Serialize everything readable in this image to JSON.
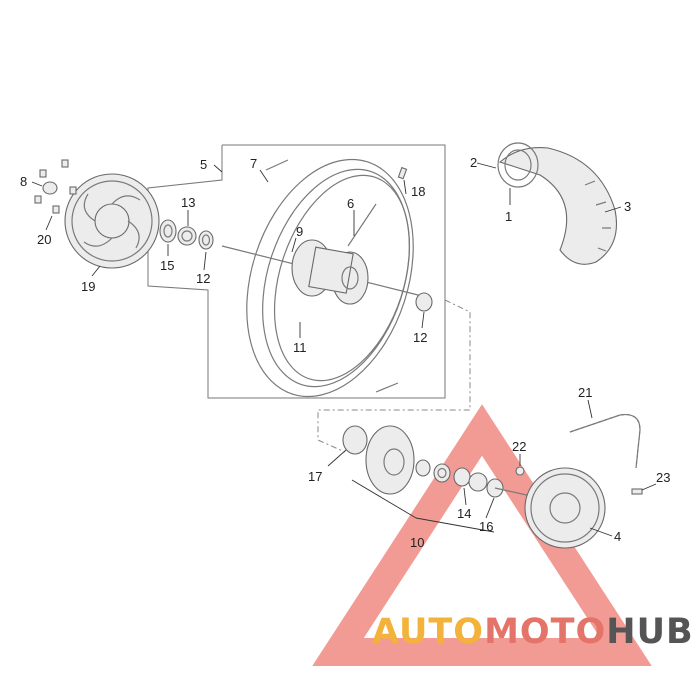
{
  "callouts": {
    "c1": "1",
    "c2": "2",
    "c3": "3",
    "c4": "4",
    "c5": "5",
    "c6": "6",
    "c7": "7",
    "c8": "8",
    "c9": "9",
    "c10": "10",
    "c11": "11",
    "c12a": "12",
    "c12b": "12",
    "c13": "13",
    "c14": "14",
    "c15": "15",
    "c16": "16",
    "c17": "17",
    "c18": "18",
    "c19": "19",
    "c20": "20",
    "c21": "21",
    "c22": "22",
    "c23": "23"
  },
  "watermark": {
    "part1": "AUTO",
    "part2": "MOTO",
    "part3": "HUB",
    "color1": "#f3b23a",
    "color2": "#e4746a",
    "color3": "#555555"
  }
}
